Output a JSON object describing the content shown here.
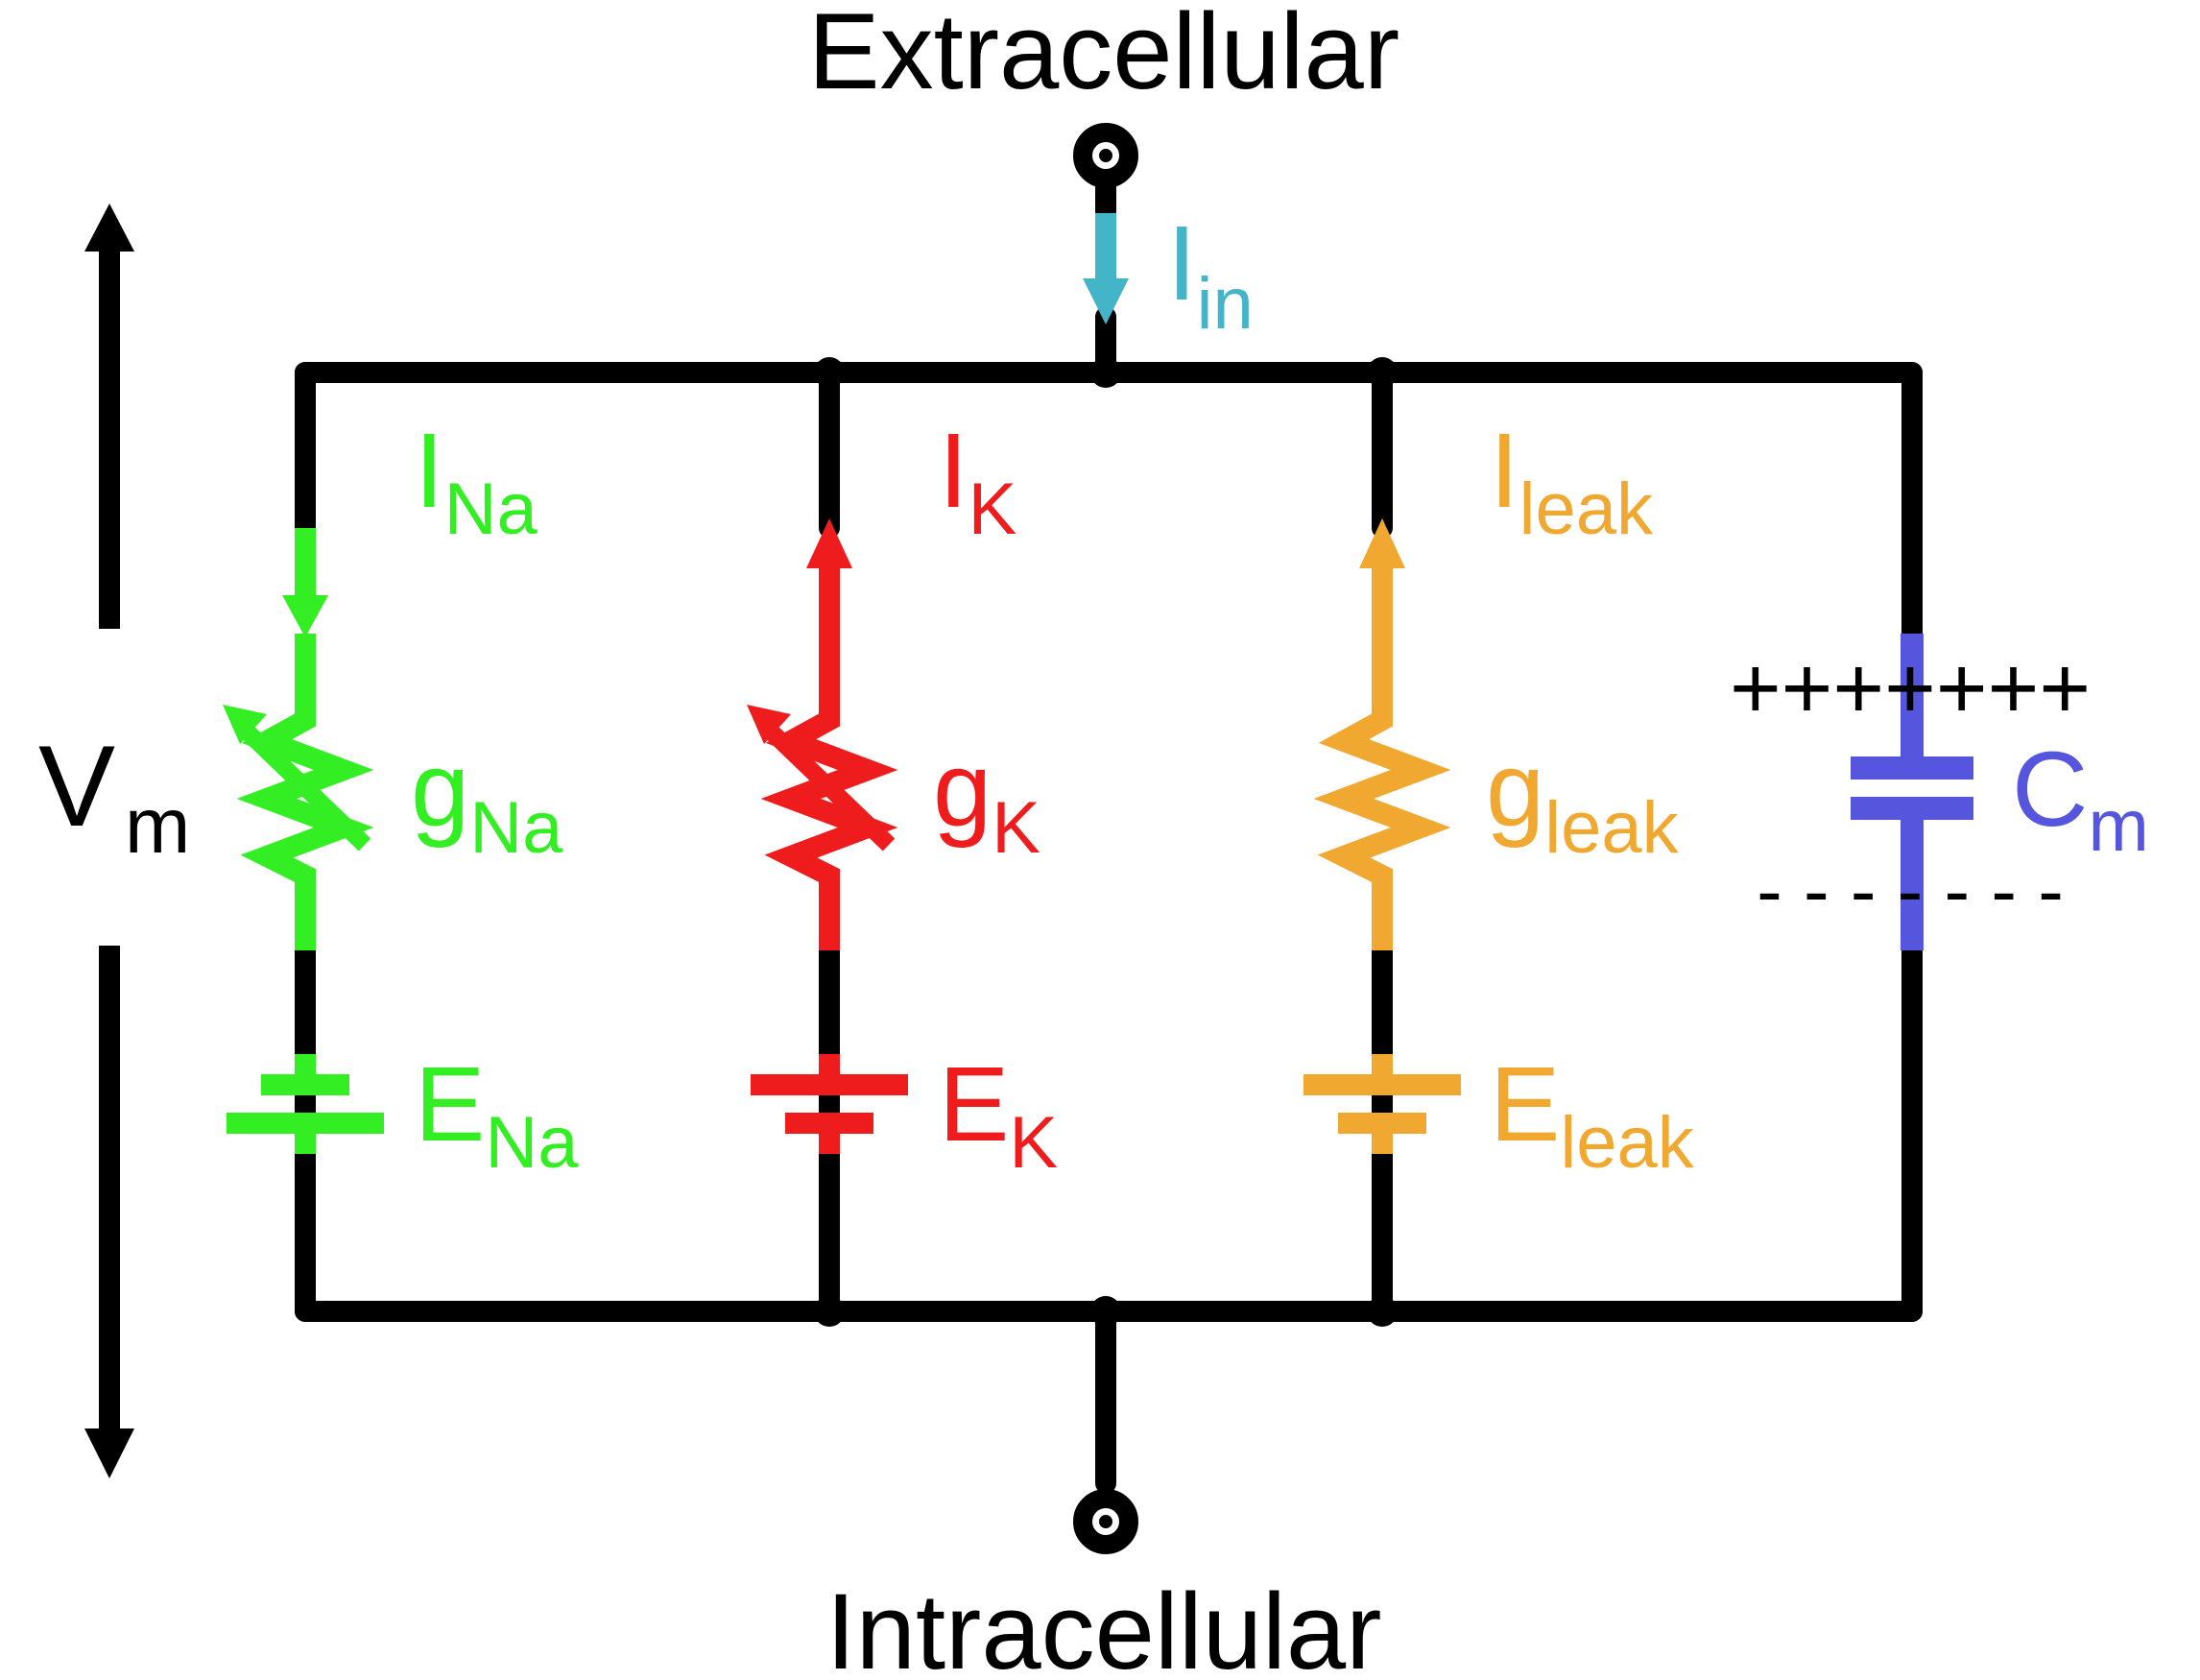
{
  "labels": {
    "top": "Extracellular",
    "bottom": "Intracellular",
    "vm_main": "V",
    "vm_sub": "m",
    "iin_main": "I",
    "iin_sub": "in",
    "cm_main": "C",
    "cm_sub": "m",
    "cap_plus": "+++++++",
    "cap_minus": "- - - - - - -"
  },
  "branches": [
    {
      "id": "na",
      "current_main": "I",
      "current_sub": "Na",
      "cond_main": "g",
      "cond_sub": "Na",
      "rev_main": "E",
      "rev_sub": "Na"
    },
    {
      "id": "k",
      "current_main": "I",
      "current_sub": "K",
      "cond_main": "g",
      "cond_sub": "K",
      "rev_main": "E",
      "rev_sub": "K"
    },
    {
      "id": "leak",
      "current_main": "I",
      "current_sub": "leak",
      "cond_main": "g",
      "cond_sub": "leak",
      "rev_main": "E",
      "rev_sub": "leak"
    }
  ],
  "colors": {
    "wire": "#000000",
    "na": "#33ee22",
    "k": "#ee1c1c",
    "leak": "#f0a830",
    "cm": "#5555dd",
    "iin": "#44b4c8",
    "text": "#000000"
  },
  "icons": {
    "terminal": "terminal-icon",
    "resistor": "resistor-icon",
    "variable_resistor": "variable-resistor-icon",
    "battery": "battery-icon",
    "capacitor": "capacitor-icon",
    "arrow": "arrow-icon"
  }
}
